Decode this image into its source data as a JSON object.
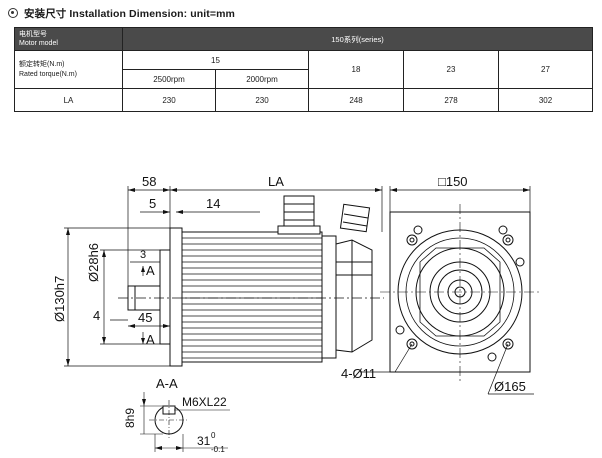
{
  "heading": {
    "title": "安装尺寸 Installation Dimension: unit=mm"
  },
  "table": {
    "model_label_cn": "电机型号",
    "model_label_en": "Motor model",
    "series": "150系列(series)",
    "torque_label_cn": "额定转矩(N.m)",
    "torque_label_en": "Rated torque(N.m)",
    "torque_15": "15",
    "rpm_2500": "2500rpm",
    "rpm_2000": "2000rpm",
    "torque_18": "18",
    "torque_23": "23",
    "torque_27": "27",
    "la_label": "LA",
    "la_values": [
      "230",
      "230",
      "248",
      "278",
      "302"
    ]
  },
  "drawing": {
    "dim_58": "58",
    "dim_la": "LA",
    "dim_5": "5",
    "dim_14": "14",
    "dim_3": "3",
    "dim_28h6": "Ø28h6",
    "dim_130h7": "Ø130h7",
    "dim_4": "4",
    "dim_45": "45",
    "section_mark_a1": "A",
    "section_mark_a2": "A",
    "section_label": "A-A",
    "thread": "M6XL22",
    "key_8h9": "8h9",
    "dim_31": "31",
    "dim_31_tol_upper": "0",
    "dim_31_tol_lower": "-0.1",
    "dim_square_150": "□150",
    "holes": "4-Ø11",
    "pcd_165": "Ø165"
  }
}
